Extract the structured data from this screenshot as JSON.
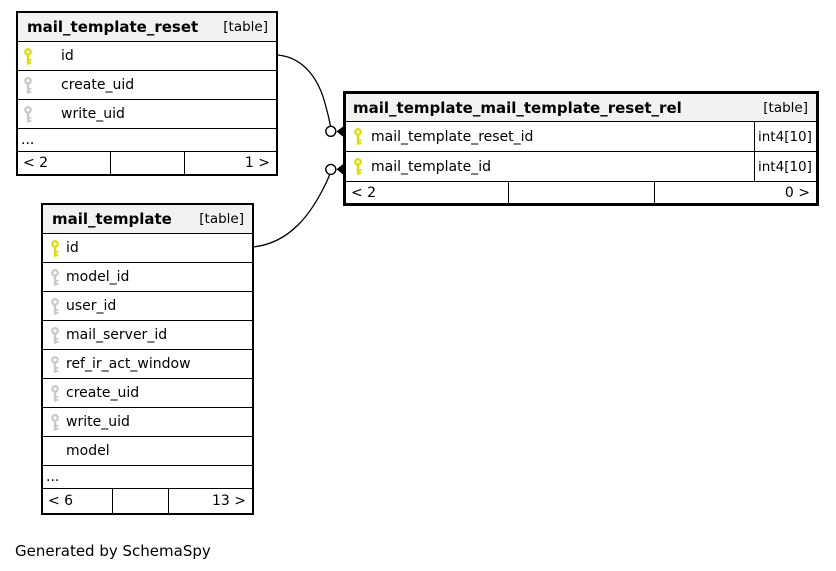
{
  "note": "Generated by SchemaSpy",
  "colors": {
    "primary_key": "#dede00",
    "foreign_key": "#c9c9c9",
    "header_bg": "#f2f2f2",
    "border": "#000000",
    "background": "#ffffff"
  },
  "tables": [
    {
      "name": "mail_template_reset",
      "tag": "[table]",
      "columns": [
        {
          "name": "id",
          "key": "primary"
        },
        {
          "name": "create_uid",
          "key": "foreign"
        },
        {
          "name": "write_uid",
          "key": "foreign"
        }
      ],
      "more": "...",
      "footer": {
        "left": "< 2",
        "mid": "",
        "right": "1 >"
      }
    },
    {
      "name": "mail_template_mail_template_reset_rel",
      "tag": "[table]",
      "columns": [
        {
          "name": "mail_template_reset_id",
          "key": "primary",
          "type": "int4[10]"
        },
        {
          "name": "mail_template_id",
          "key": "primary",
          "type": "int4[10]"
        }
      ],
      "footer": {
        "left": "< 2",
        "mid": "",
        "right": "0 >"
      }
    },
    {
      "name": "mail_template",
      "tag": "[table]",
      "columns": [
        {
          "name": "id",
          "key": "primary"
        },
        {
          "name": "model_id",
          "key": "foreign"
        },
        {
          "name": "user_id",
          "key": "foreign"
        },
        {
          "name": "mail_server_id",
          "key": "foreign"
        },
        {
          "name": "ref_ir_act_window",
          "key": "foreign"
        },
        {
          "name": "create_uid",
          "key": "foreign"
        },
        {
          "name": "write_uid",
          "key": "foreign"
        },
        {
          "name": "model",
          "key": "none"
        }
      ],
      "more": "...",
      "footer": {
        "left": "< 6",
        "mid": "",
        "right": "13 >"
      }
    }
  ],
  "relationships": [
    {
      "from": "mail_template_reset.id",
      "to": "mail_template_mail_template_reset_rel.mail_template_reset_id"
    },
    {
      "from": "mail_template.id",
      "to": "mail_template_mail_template_reset_rel.mail_template_id"
    }
  ]
}
